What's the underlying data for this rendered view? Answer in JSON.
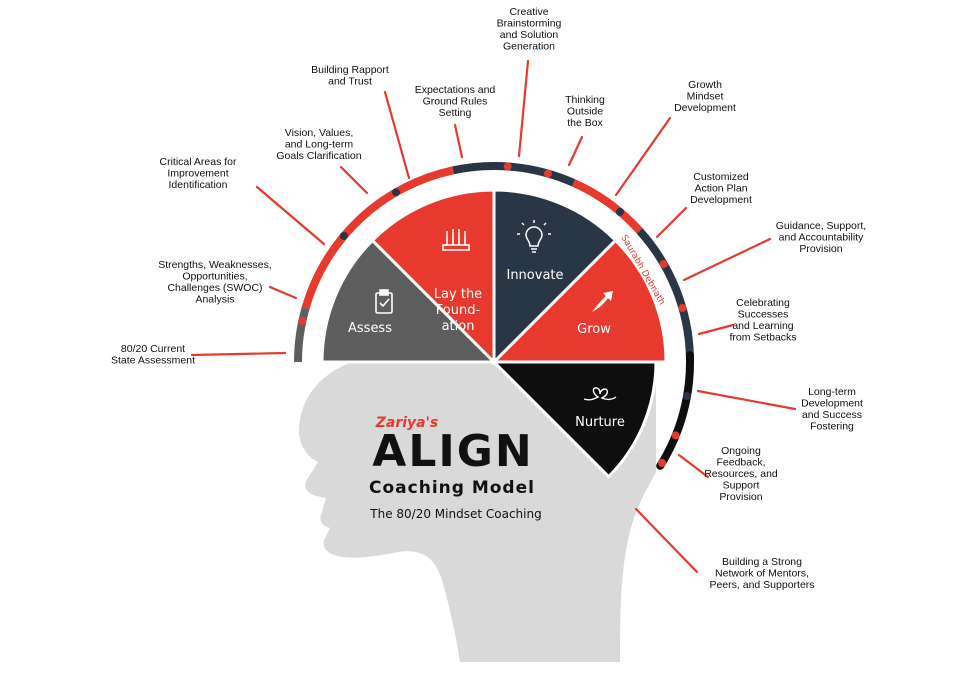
{
  "title": {
    "prefix": "Zariya's",
    "main": "ALIGN",
    "subtitle": "Coaching Model",
    "tagline": "The 80/20 Mindset Coaching"
  },
  "signature": "Saurabh Debnath",
  "colors": {
    "red": "#e8392f",
    "navy": "#293645",
    "gray": "#5e5e5e",
    "black": "#0e0e0e",
    "head": "#d9d9d9"
  },
  "segments": [
    {
      "name": "assess",
      "lines": [
        "Assess"
      ],
      "icon": "clipboard-check-icon"
    },
    {
      "name": "lay-the-foundation",
      "lines": [
        "Lay the",
        "Found-",
        "ation"
      ],
      "icon": "foundation-pillars-icon"
    },
    {
      "name": "innovate",
      "lines": [
        "Innovate"
      ],
      "icon": "lightbulb-icon"
    },
    {
      "name": "grow",
      "lines": [
        "Grow"
      ],
      "icon": "growth-arrow-icon"
    },
    {
      "name": "nurture",
      "lines": [
        "Nurture"
      ],
      "icon": "heart-icon"
    }
  ],
  "labels": [
    {
      "lines": [
        "80/20 Current",
        "State Assessment"
      ]
    },
    {
      "lines": [
        "Strengths, Weaknesses,",
        "Opportunities,",
        "Challenges (SWOC)",
        "Analysis"
      ]
    },
    {
      "lines": [
        "Critical Areas for",
        "Improvement",
        "Identification"
      ]
    },
    {
      "lines": [
        "Vision, Values,",
        "and Long-term",
        "Goals Clarification"
      ]
    },
    {
      "lines": [
        "Building Rapport",
        "and Trust"
      ]
    },
    {
      "lines": [
        "Expectations and",
        "Ground Rules",
        "Setting"
      ]
    },
    {
      "lines": [
        "Creative",
        "Brainstorming",
        "and Solution",
        "Generation"
      ]
    },
    {
      "lines": [
        "Thinking",
        "Outside",
        "the Box"
      ]
    },
    {
      "lines": [
        "Growth",
        "Mindset",
        "Development"
      ]
    },
    {
      "lines": [
        "Customized",
        "Action Plan",
        "Development"
      ]
    },
    {
      "lines": [
        "Guidance, Support,",
        "and Accountability",
        "Provision"
      ]
    },
    {
      "lines": [
        "Celebrating",
        "Successes",
        "and Learning",
        "from Setbacks"
      ]
    },
    {
      "lines": [
        "Long-term",
        "Development",
        "and Success",
        "Fostering"
      ]
    },
    {
      "lines": [
        "Ongoing",
        "Feedback,",
        "Resources, and",
        "Support",
        "Provision"
      ]
    },
    {
      "lines": [
        "Building a Strong",
        "Network of Mentors,",
        "Peers,  and Supporters"
      ]
    }
  ]
}
